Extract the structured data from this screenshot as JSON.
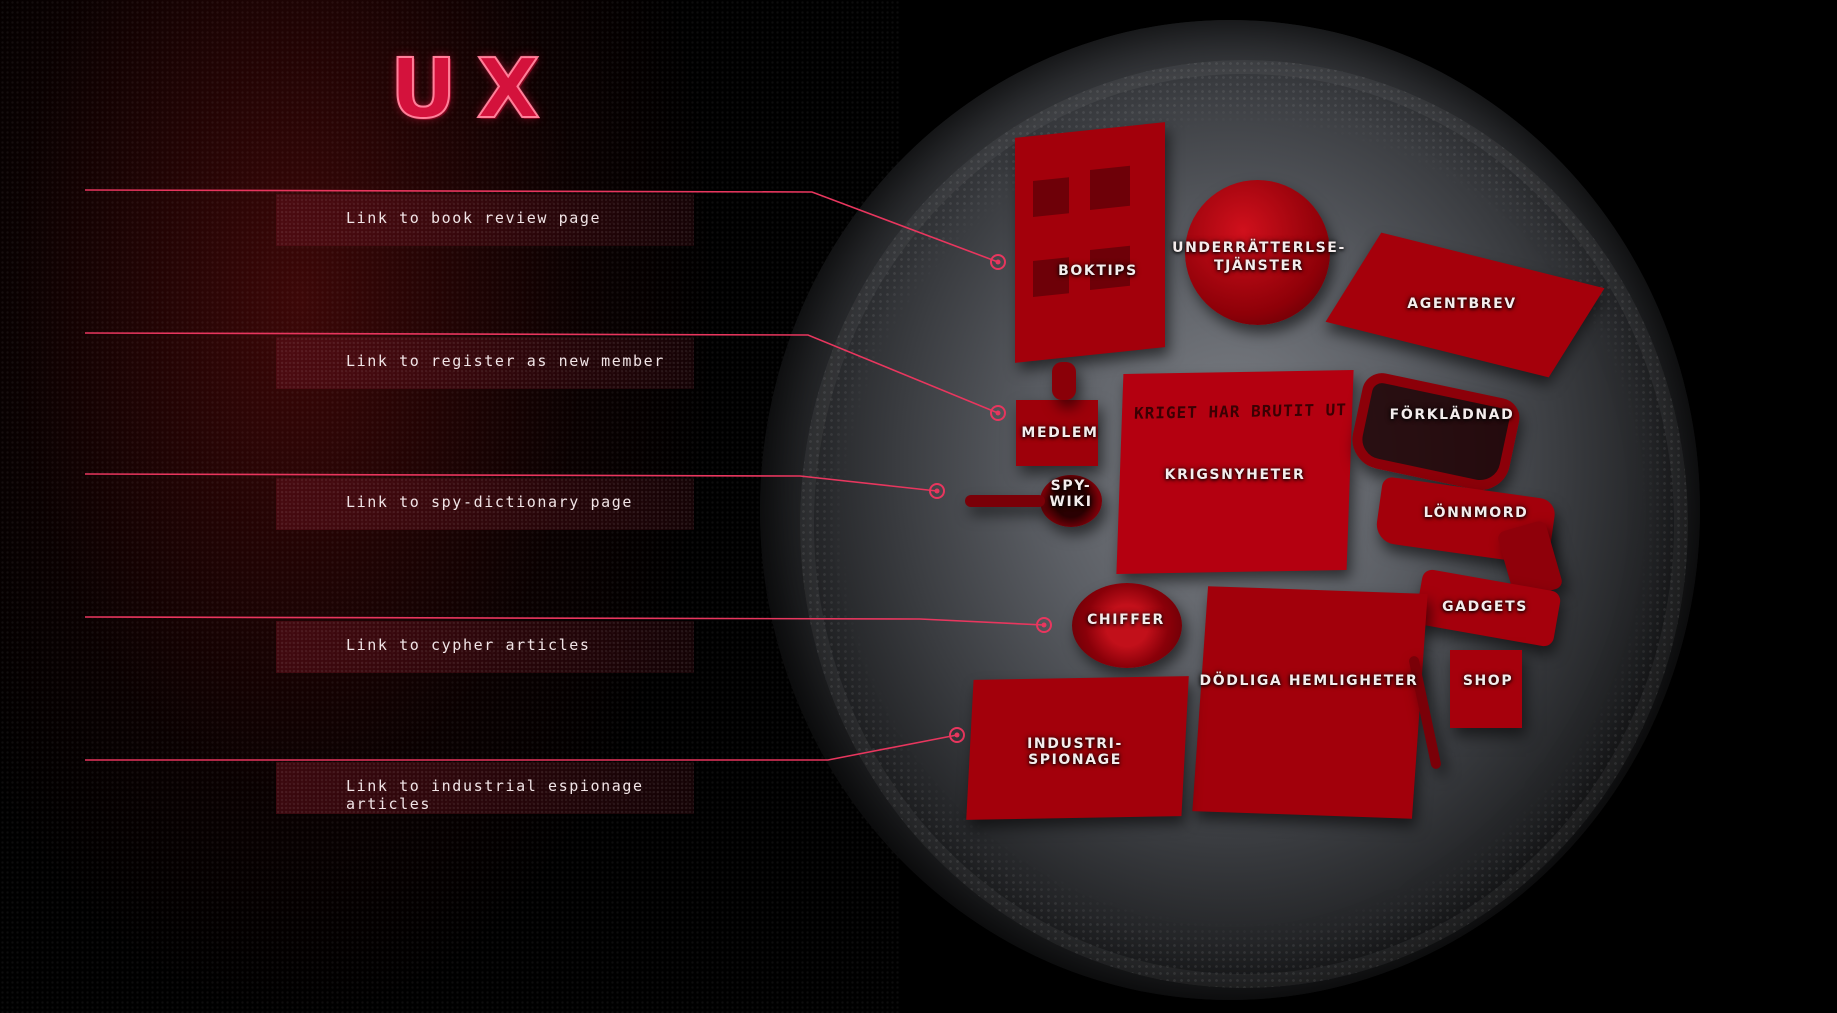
{
  "logo": {
    "text": "UX"
  },
  "annotations": [
    {
      "label": "Link to book review page"
    },
    {
      "label": "Link to register as new member"
    },
    {
      "label": "Link to spy-dictionary page"
    },
    {
      "label": "Link to cypher articles"
    },
    {
      "label": "Link to industrial espionage articles"
    }
  ],
  "objects": {
    "boktips": "BOKTIPS",
    "underratt_1": "UNDERRÄTTERLSE-",
    "underratt_2": "TJÄNSTER",
    "agentbrev": "AGENTBREV",
    "medlem": "MEDLEM",
    "forkladnad": "FÖRKLÄDNAD",
    "spywiki_1": "SPY-",
    "spywiki_2": "WIKI",
    "krigsnyheter": "KRIGSNYHETER",
    "lonnmord": "LÖNNMORD",
    "chiffer": "CHIFFER",
    "gadgets": "GADGETS",
    "dodliga": "DÖDLIGA HEMLIGHETER",
    "shop": "SHOP",
    "industri_1": "INDUSTRI-",
    "industri_2": "SPIONAGE"
  },
  "newspaper": {
    "headline": "KRIGET HAR BRUTIT UT"
  },
  "colors": {
    "accent": "#e8365e",
    "object_red": "#b0000c",
    "background": "#000000"
  }
}
